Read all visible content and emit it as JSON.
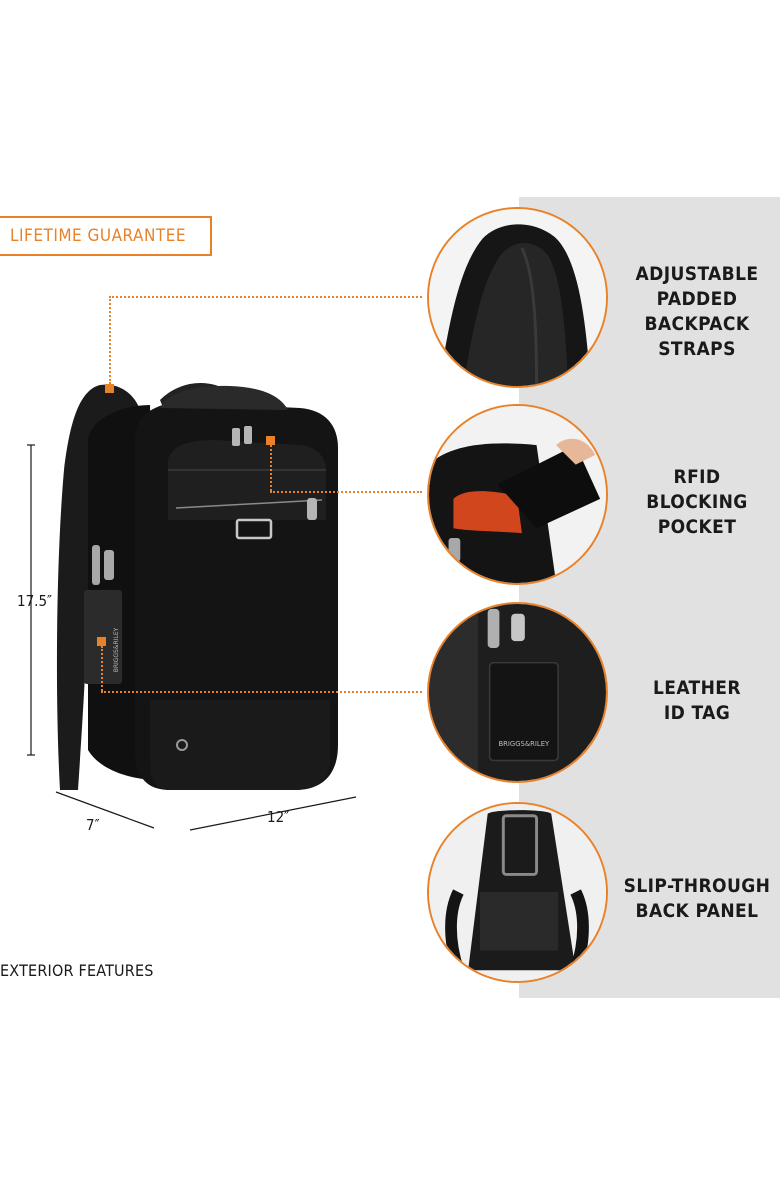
{
  "badge": {
    "text": "LIFETIME GUARANTEE"
  },
  "dimensions": {
    "height": "17.5″",
    "depth": "7″",
    "width": "12″"
  },
  "product": {
    "tag_brand": "BRIGGS&RILEY"
  },
  "features": [
    {
      "lines": [
        "ADJUSTABLE",
        "PADDED",
        "BACKPACK",
        "STRAPS"
      ]
    },
    {
      "lines": [
        "RFID",
        "BLOCKING",
        "POCKET"
      ]
    },
    {
      "lines": [
        "LEATHER",
        "ID TAG"
      ]
    },
    {
      "lines": [
        "SLIP-THROUGH",
        "BACK PANEL"
      ]
    }
  ],
  "footer": {
    "text": "EXTERIOR FEATURES"
  },
  "colors": {
    "accent": "#e8822a",
    "panel": "#e1e1e1",
    "product": "#141414"
  }
}
